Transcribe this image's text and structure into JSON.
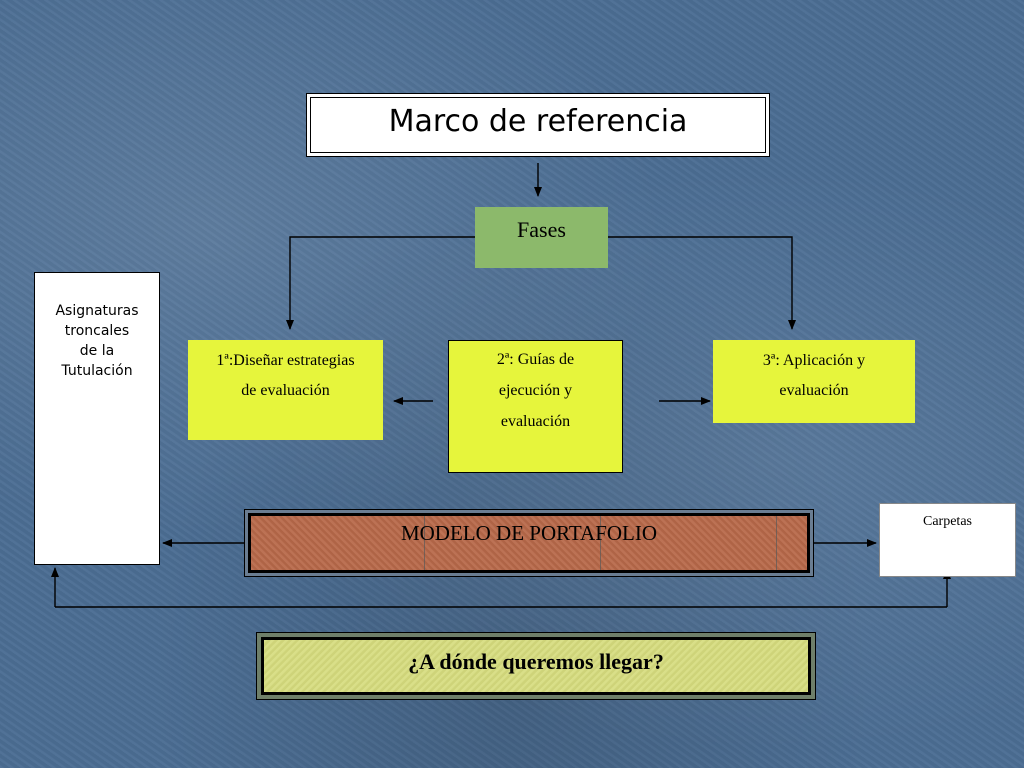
{
  "diagram": {
    "title": "Marco de referencia",
    "phases_label": "Fases",
    "subjects": {
      "lines": [
        "Asignaturas",
        "troncales",
        "de la",
        "Tutulación"
      ]
    },
    "phase_1": {
      "lines": [
        "1ª:Diseñar estrategias",
        "de evaluación"
      ]
    },
    "phase_2": {
      "lines": [
        "2ª: Guías de",
        "ejecución y",
        "evaluación"
      ]
    },
    "phase_3": {
      "lines": [
        "3ª: Aplicación y",
        "evaluación"
      ]
    },
    "portfolio_label": "MODELO DE PORTAFOLIO",
    "folders_label": "Carpetas",
    "question": "¿A dónde queremos llegar?"
  },
  "colors": {
    "background": "#4b6d93",
    "phases_fill": "#8cb96b",
    "phase_fill": "#e6f53c",
    "portfolio_fill": "#b8694a",
    "question_fill": "#d6dc7e"
  }
}
